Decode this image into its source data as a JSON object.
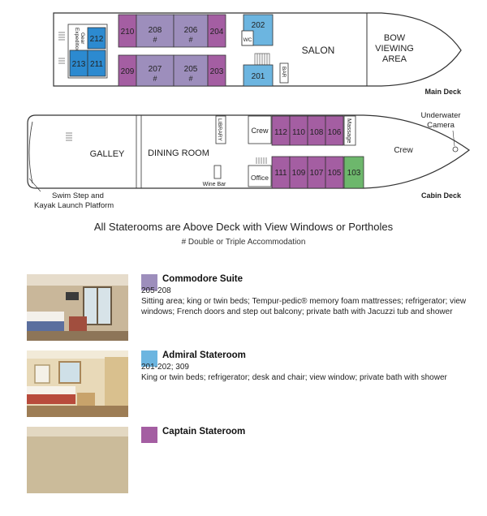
{
  "decks": {
    "main": {
      "label": "Main Deck",
      "salon": "SALON",
      "bow_line1": "BOW",
      "bow_line2": "VIEWING",
      "bow_line3": "AREA",
      "wc": "WC",
      "bar": "BAR",
      "expedition_line1": "Expedition",
      "expedition_line2": "Gear",
      "rooms": [
        "210",
        "208",
        "206",
        "204",
        "209",
        "207",
        "205",
        "203",
        "202",
        "201",
        "212",
        "213",
        "211"
      ],
      "double_marker": "#"
    },
    "cabin": {
      "label": "Cabin Deck",
      "galley": "GALLEY",
      "dining": "DINING ROOM",
      "library": "LIBRARY",
      "crew_mid": "Crew",
      "crew_bow": "Crew",
      "massage": "Massage",
      "office": "Office",
      "wine_bar": "Wine Bar",
      "underwater_line1": "Underwater",
      "underwater_line2": "Camera",
      "swim_line1": "Swim Step and",
      "swim_line2": "Kayak Launch Platform",
      "rooms": [
        "112",
        "110",
        "108",
        "106",
        "111",
        "109",
        "107",
        "105",
        "103"
      ]
    }
  },
  "heading": "All Staterooms are Above Deck with View Windows or Portholes",
  "subheading": "# Double or Triple Accommodation",
  "colors": {
    "commodore": "#9d8ebc",
    "admiral": "#6cb5e0",
    "captain": "#a45ea2",
    "navigator": "#2c8ad0",
    "explorer": "#6db76c"
  },
  "staterooms": [
    {
      "name": "Commodore Suite",
      "rooms": "205-208",
      "description": "Sitting area; king or twin beds; Tempur-pedic® memory foam mattresses; refrigerator; view windows; French doors and step out balcony; private bath with Jacuzzi tub and shower"
    },
    {
      "name": "Admiral Stateroom",
      "rooms": "201-202; 309",
      "description": "King or twin beds; refrigerator; desk and chair; view window; private bath with shower"
    },
    {
      "name": "Captain Stateroom",
      "rooms": "",
      "description": ""
    }
  ]
}
